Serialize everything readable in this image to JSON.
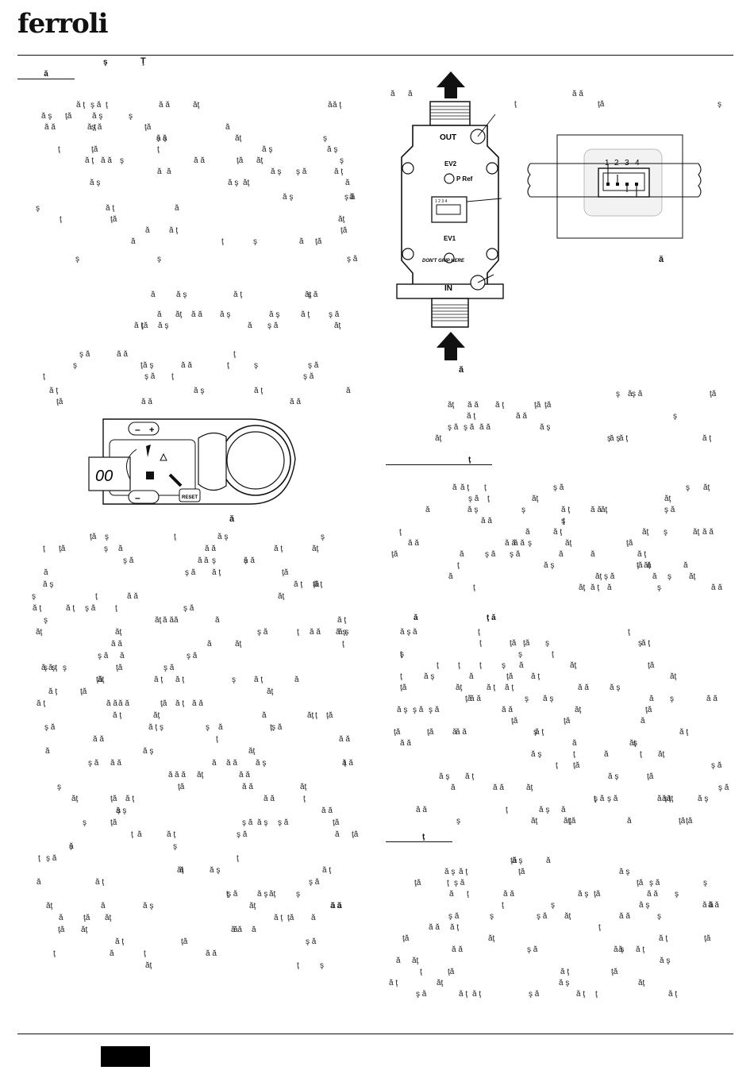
{
  "brand": {
    "logo_text": "ferroli"
  },
  "header_fragments": [
    "ş",
    "Ţ"
  ],
  "left_heading": "ă",
  "fig_valve": {
    "out_label": "OUT",
    "in_label": "IN",
    "ev2_label": "EV2",
    "ev1_label": "EV1",
    "pref_label": "P Ref",
    "connector_pins": "1 2 3 4",
    "warning_label": "DON'T GRIP HERE"
  },
  "fig_connector": {
    "pins": [
      "1",
      "2",
      "3",
      "4"
    ]
  },
  "fig_panel": {
    "display_value": "00",
    "minus": "–",
    "plus": "+",
    "reset_label": "RESET"
  },
  "captions": {
    "caption_connector": "ă",
    "caption_valve": "ă",
    "caption_panel": "ă"
  },
  "right_headings": [
    "ţ",
    "ţ ă",
    "ţ"
  ],
  "fragments": [
    "ă",
    "ţ",
    "ş",
    "ă ţ",
    "ş ă",
    "ăţ",
    "ţă",
    "ă ş",
    "ă ă"
  ]
}
